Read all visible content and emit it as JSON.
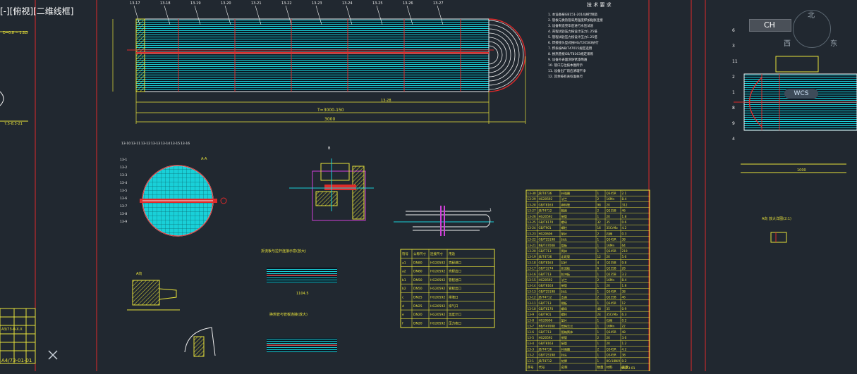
{
  "viewport": {
    "label": "[-][俯视][二维线框]",
    "background": "#212830"
  },
  "cmd_toolbar": {
    "input_method": "CH",
    "compass_north": "北",
    "compass_west": "西",
    "compass_east": "东",
    "wcs": "WCS"
  },
  "left_panel": {
    "scale_note": "7.5-8.3-21",
    "table_row": "A3/73-0-X.X",
    "drawing_no": "A4/73-01-01"
  },
  "main_view": {
    "dim_total": "3000",
    "dim_tube": "T=3000-150",
    "part_tag": "13-28"
  },
  "tech_requirements": {
    "title": "技 术 要 求",
    "lines": [
      "1. 本设备按GB151-2014进行制造",
      "2. 管板与换热管采用强度焊加贴胀连接",
      "3. 设备制造完毕后进行水压试验",
      "4. 壳程试验压力按设计压力1.25倍",
      "5. 管程试验压力按设计压力1.25倍",
      "6. 焊接接头型式按HG/T20583执行",
      "7. 焊条按NB/T47015规定选用",
      "8. 换热管按GB/T8163规定采购",
      "9. 设备外表面涂防锈漆两遍",
      "10. 管口方位按本图所示",
      "11. 设备出厂前应清理干净",
      "12. 其余按有关标准执行"
    ]
  },
  "details": {
    "section_aa": "A-A",
    "detail_b": "B",
    "baffle_title": "折流板与拉杆连接示意(放大)",
    "tube_title": "换热管与管板连接(放大)",
    "dim_baffle": "1104.5",
    "saddle_title": "A向",
    "part_label": "1"
  },
  "nozzle_table": {
    "header": [
      "符号",
      "公称尺寸",
      "连接尺寸",
      "用途"
    ],
    "rows": [
      [
        "a1",
        "DN80",
        "HG20592",
        "壳程进口"
      ],
      [
        "a2",
        "DN80",
        "HG20592",
        "壳程出口"
      ],
      [
        "b1",
        "DN50",
        "HG20592",
        "管程进口"
      ],
      [
        "b2",
        "DN50",
        "HG20592",
        "管程出口"
      ],
      [
        "c",
        "DN25",
        "HG20592",
        "排液口"
      ],
      [
        "d",
        "DN25",
        "HG20592",
        "排气口"
      ],
      [
        "e",
        "DN20",
        "HG20592",
        "温度计口"
      ],
      [
        "f",
        "DN20",
        "HG20592",
        "压力表口"
      ]
    ]
  },
  "bom": {
    "header": [
      "序号",
      "代号",
      "名称",
      "数量",
      "材料",
      "重量"
    ],
    "rows": [
      [
        "13-30",
        "JB/T4736",
        "补强圈",
        "1",
        "Q345R",
        "2.1"
      ],
      [
        "13-29",
        "HG20592",
        "法兰",
        "2",
        "16Mn",
        "8.4"
      ],
      [
        "13-28",
        "GB/T8163",
        "换热管",
        "98",
        "20",
        "312"
      ],
      [
        "13-27",
        "JB/T4712",
        "鞍座",
        "2",
        "Q235B",
        "46"
      ],
      [
        "13-26",
        "HG20592",
        "接管",
        "1",
        "20",
        "1.8"
      ],
      [
        "13-25",
        "GB/T6170",
        "螺母",
        "32",
        "35",
        "0.6"
      ],
      [
        "13-24",
        "GB/T901",
        "螺柱",
        "16",
        "35CrMo",
        "4.2"
      ],
      [
        "13-23",
        "HG20606",
        "垫片",
        "2",
        "石棉",
        "0.3"
      ],
      [
        "13-22",
        "GB/T25198",
        "封头",
        "1",
        "Q345R",
        "38"
      ],
      [
        "13-21",
        "NB/T47008",
        "管板",
        "1",
        "16Mn",
        "64"
      ],
      [
        "13-20",
        "GB/T713",
        "筒体",
        "1",
        "Q345R",
        "210"
      ],
      [
        "13-19",
        "JB/T4736",
        "定距管",
        "12",
        "20",
        "5.6"
      ],
      [
        "13-18",
        "GB/T8163",
        "拉杆",
        "4",
        "Q235B",
        "9.8"
      ],
      [
        "13-17",
        "GB/T3274",
        "折流板",
        "6",
        "Q235B",
        "28"
      ],
      [
        "13-16",
        "GB/T713",
        "防冲板",
        "1",
        "Q235B",
        "3.2"
      ],
      [
        "13-15",
        "HG20592",
        "法兰",
        "2",
        "16Mn",
        "8.4"
      ],
      [
        "13-14",
        "GB/T8163",
        "接管",
        "1",
        "20",
        "1.8"
      ],
      [
        "13-13",
        "GB/T25198",
        "封头",
        "1",
        "Q345R",
        "38"
      ],
      [
        "13-12",
        "JB/T4712",
        "支座",
        "2",
        "Q235B",
        "46"
      ],
      [
        "13-11",
        "GB/T713",
        "隔板",
        "1",
        "Q345R",
        "12"
      ],
      [
        "13-10",
        "GB/T6170",
        "螺母",
        "48",
        "35",
        "0.9"
      ],
      [
        "13-9",
        "GB/T901",
        "螺柱",
        "24",
        "35CrMo",
        "6.3"
      ],
      [
        "13-8",
        "HG20606",
        "垫片",
        "1",
        "石棉",
        "0.2"
      ],
      [
        "13-7",
        "NB/T47008",
        "管箱法兰",
        "1",
        "16Mn",
        "22"
      ],
      [
        "13-6",
        "GB/T713",
        "管箱筒体",
        "1",
        "Q345R",
        "48"
      ],
      [
        "13-5",
        "HG20592",
        "接管",
        "2",
        "20",
        "3.6"
      ],
      [
        "13-4",
        "GB/T8163",
        "接管",
        "1",
        "20",
        "1.2"
      ],
      [
        "13-3",
        "JB/T4736",
        "补强圈",
        "2",
        "Q345R",
        "4.2"
      ],
      [
        "13-2",
        "GB/T25198",
        "封头",
        "1",
        "Q345R",
        "38"
      ],
      [
        "13-1",
        "JB/T4712",
        "铭牌",
        "1",
        "0Cr18Ni9",
        "0.2"
      ]
    ],
    "footer": "A4/73-01"
  },
  "right_panel": {
    "labels": [
      "6",
      "3",
      "11",
      "2",
      "1",
      "8",
      "9",
      "4"
    ],
    "section": "A向 放大详图(2:1)",
    "dim": "1000"
  },
  "colors": {
    "cyan": "#19d0d8",
    "red": "#e02a2a",
    "yellow": "#e8e23a",
    "white": "#f0f0f0",
    "magenta": "#d040d8"
  }
}
